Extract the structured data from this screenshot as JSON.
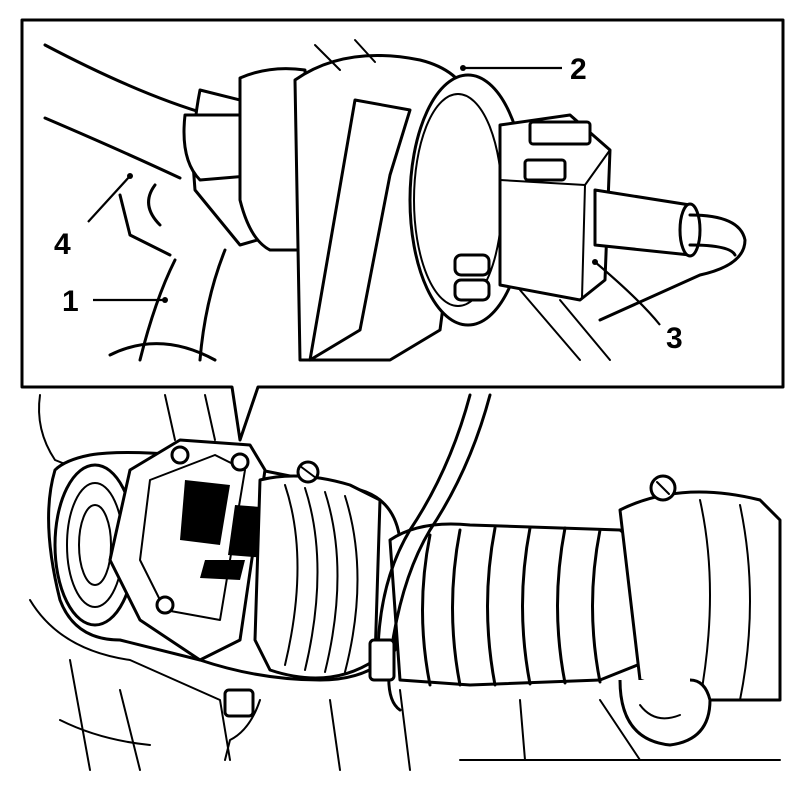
{
  "figure": {
    "callouts": [
      {
        "id": "1",
        "text": "1"
      },
      {
        "id": "2",
        "text": "2"
      },
      {
        "id": "3",
        "text": "3"
      },
      {
        "id": "4",
        "text": "4"
      }
    ]
  }
}
